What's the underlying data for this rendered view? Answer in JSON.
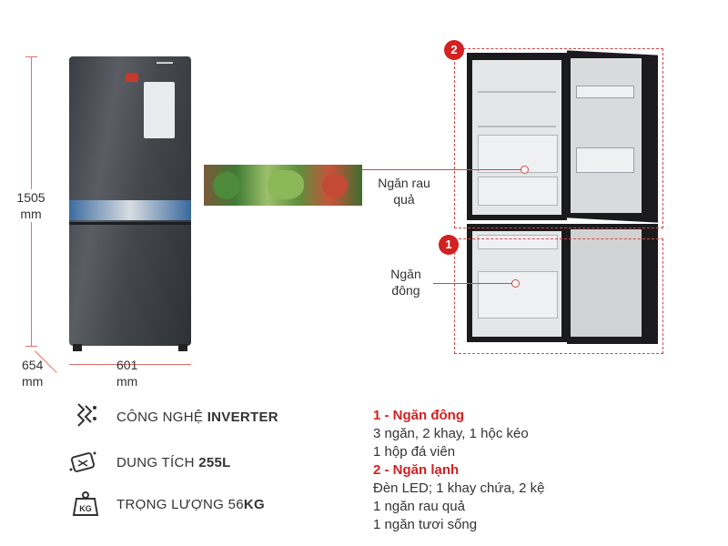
{
  "dimensions": {
    "height_value": "1505",
    "height_unit": "mm",
    "depth_value": "654",
    "depth_unit": "mm",
    "width_value": "601",
    "width_unit": "mm"
  },
  "callouts": {
    "crisper": {
      "line1": "Ngăn rau",
      "line2": "quả"
    },
    "freezer": {
      "line1": "Ngăn",
      "line2": "đông"
    },
    "badge_1": "1",
    "badge_2": "2"
  },
  "features": [
    {
      "icon": "inverter-chip-icon",
      "label_prefix": "CÔNG NGHỆ ",
      "label_bold": "INVERTER",
      "label_suffix": ""
    },
    {
      "icon": "capacity-box-icon",
      "label_prefix": "DUNG TÍCH ",
      "label_bold": "255L",
      "label_suffix": ""
    },
    {
      "icon": "weight-kg-icon",
      "label_prefix": "TRỌNG LƯỢNG 56",
      "label_bold": "KG",
      "label_suffix": "",
      "icon_text": "KG"
    }
  ],
  "specs": {
    "freezer_title": "1 - Ngăn đông",
    "freezer_lines": [
      "3 ngăn, 2 khay, 1 hộc kéo",
      "1 hộp đá viên"
    ],
    "fridge_title": "2 - Ngăn lạnh",
    "fridge_lines": [
      "Đèn LED; 1 khay chứa, 2 kệ",
      "1 ngăn rau quả",
      "1 ngăn tươi sống"
    ]
  },
  "colors": {
    "accent_red": "#d32020",
    "fridge_body": "#3f4247",
    "text": "#333333"
  }
}
